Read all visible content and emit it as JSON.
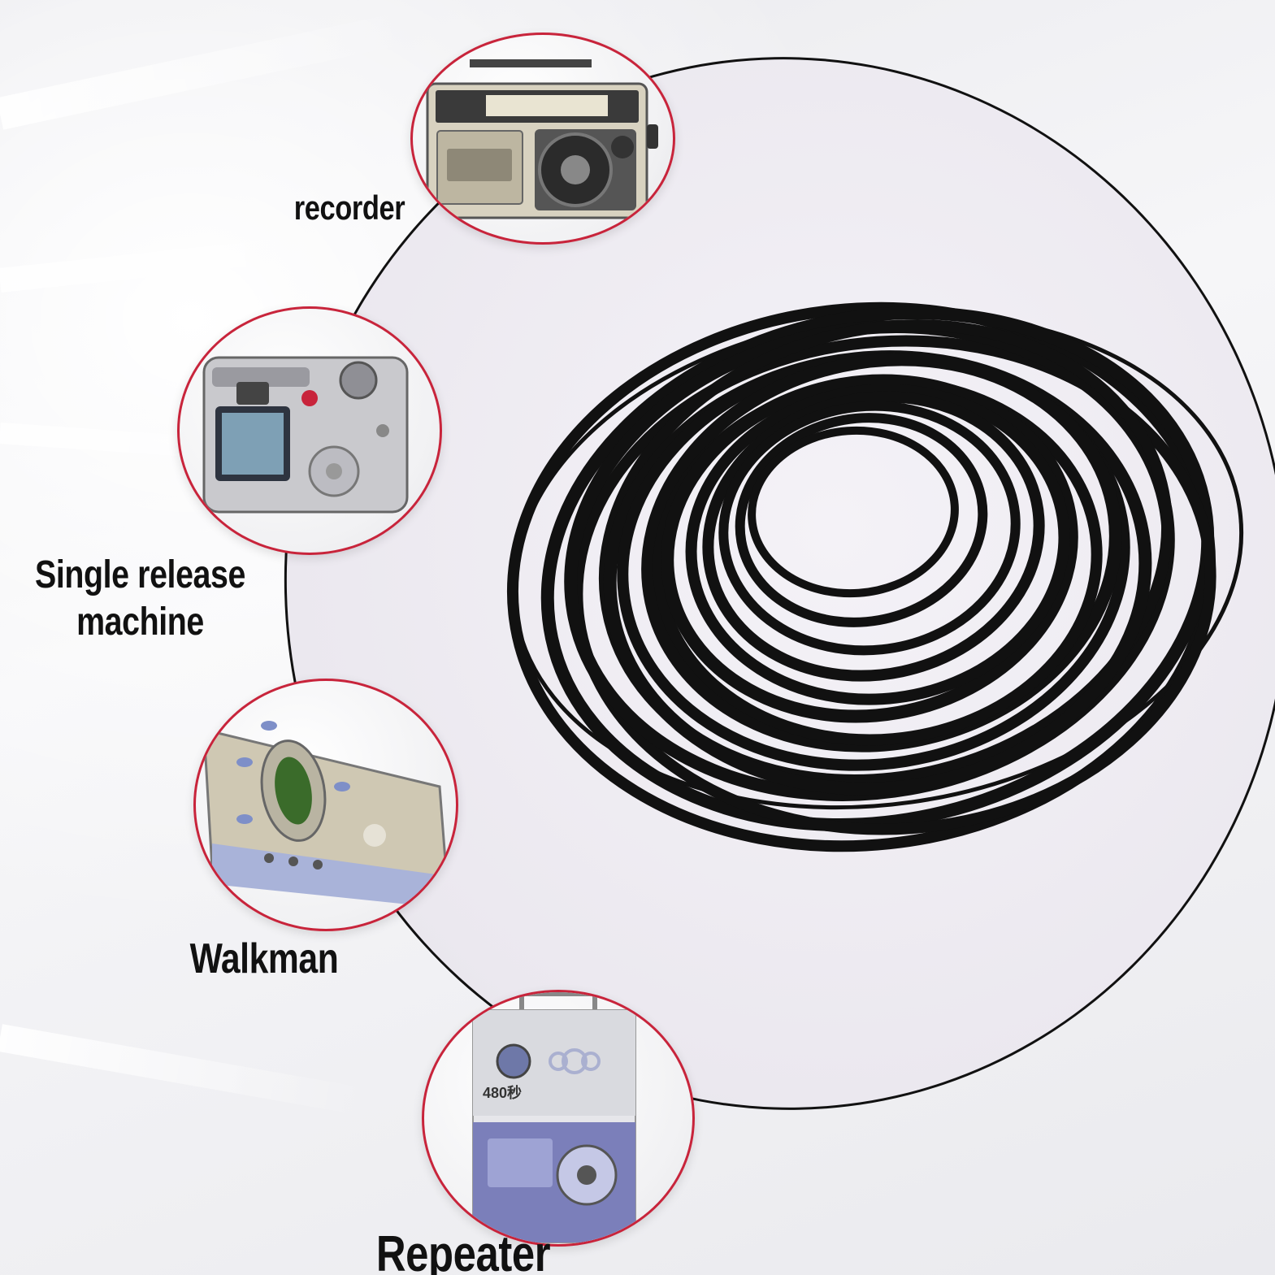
{
  "applications": [
    {
      "label": "recorder",
      "icon": "cassette-radio-recorder-icon"
    },
    {
      "label": "Single release machine",
      "label_line1": "Single release",
      "label_line2": "machine",
      "icon": "digital-camera-icon"
    },
    {
      "label": "Walkman",
      "icon": "walkman-player-icon"
    },
    {
      "label": "Repeater",
      "icon": "repeater-player-icon",
      "device_text": "480秒"
    }
  ],
  "colors": {
    "circle_border": "#c8243b",
    "belt": "#111111",
    "disc_outline": "#111111"
  }
}
